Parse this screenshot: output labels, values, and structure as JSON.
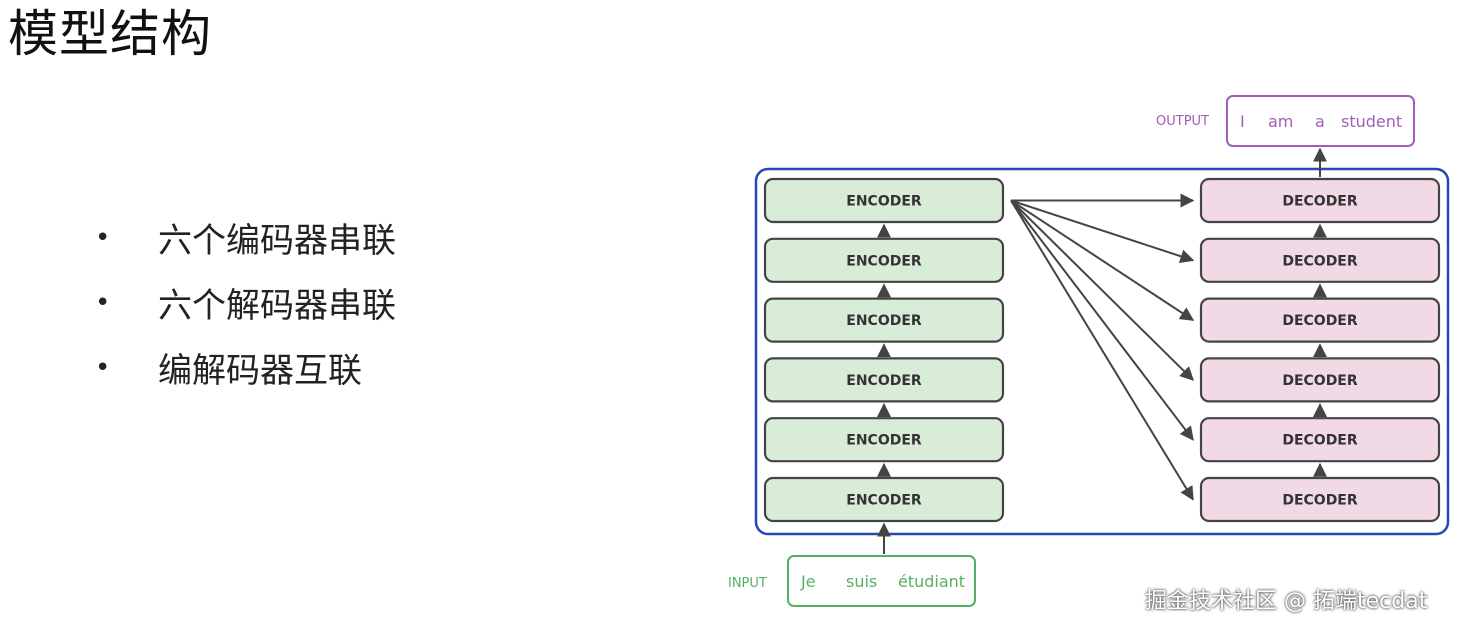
{
  "title": "模型结构",
  "bullets": [
    "六个编码器串联",
    "六个解码器串联",
    "编解码器互联"
  ],
  "bullet_symbol": "•",
  "diagram": {
    "encoders": [
      "ENCODER",
      "ENCODER",
      "ENCODER",
      "ENCODER",
      "ENCODER",
      "ENCODER"
    ],
    "decoders": [
      "DECODER",
      "DECODER",
      "DECODER",
      "DECODER",
      "DECODER",
      "DECODER"
    ],
    "input_label": "INPUT",
    "input_tokens": [
      "Je",
      "suis",
      "étudiant"
    ],
    "output_label": "OUTPUT",
    "output_tokens": [
      "I",
      "am",
      "a",
      "student"
    ],
    "colors": {
      "encoder_fill": "#d9ecd8",
      "decoder_fill": "#f2d9e6",
      "box_stroke": "#444444",
      "container_stroke": "#2647b5",
      "input_accent": "#55b065",
      "output_accent": "#a15eb5",
      "arrow": "#444444"
    }
  },
  "watermark": "掘金技术社区 @ 拓端tecdat"
}
